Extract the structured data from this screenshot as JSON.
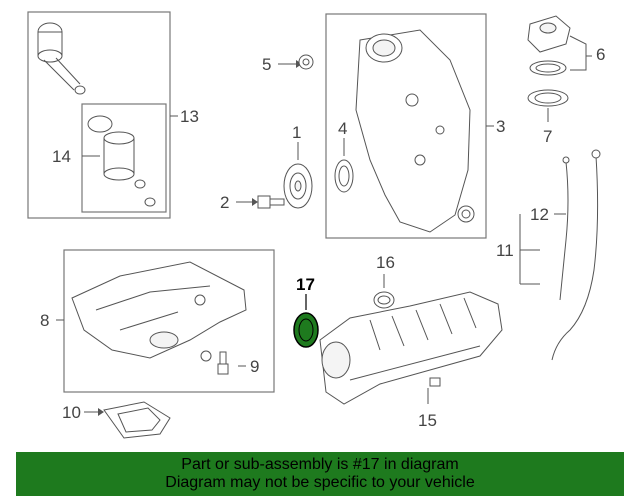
{
  "callouts": {
    "c1": "1",
    "c2": "2",
    "c3": "3",
    "c4": "4",
    "c5": "5",
    "c6": "6",
    "c7": "7",
    "c8": "8",
    "c9": "9",
    "c10": "10",
    "c11": "11",
    "c12": "12",
    "c13": "13",
    "c14": "14",
    "c15": "15",
    "c16": "16",
    "c17": "17"
  },
  "highlight_color": "#1e7a1e",
  "banner": {
    "line1": "Part or sub-assembly is #17 in diagram",
    "line2": "Diagram may not be specific to your vehicle"
  }
}
